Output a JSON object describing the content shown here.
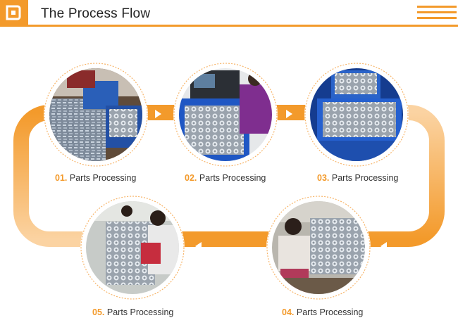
{
  "header": {
    "title": "The Process Flow"
  },
  "colors": {
    "accent": "#f39a2b",
    "accent_light": "#fbc98d",
    "text": "#333333"
  },
  "steps": [
    {
      "num": "01.",
      "label": "Parts Processing",
      "photo": "workers-sorting-screws-photo"
    },
    {
      "num": "02.",
      "label": "Parts Processing",
      "photo": "cnc-machine-operator-photo"
    },
    {
      "num": "03.",
      "label": "Parts Processing",
      "photo": "blue-crates-of-parts-photo"
    },
    {
      "num": "04.",
      "label": "Parts Processing",
      "photo": "worker-inspecting-parts-photo"
    },
    {
      "num": "05.",
      "label": "Parts Processing",
      "photo": "assembly-line-workers-photo"
    }
  ]
}
